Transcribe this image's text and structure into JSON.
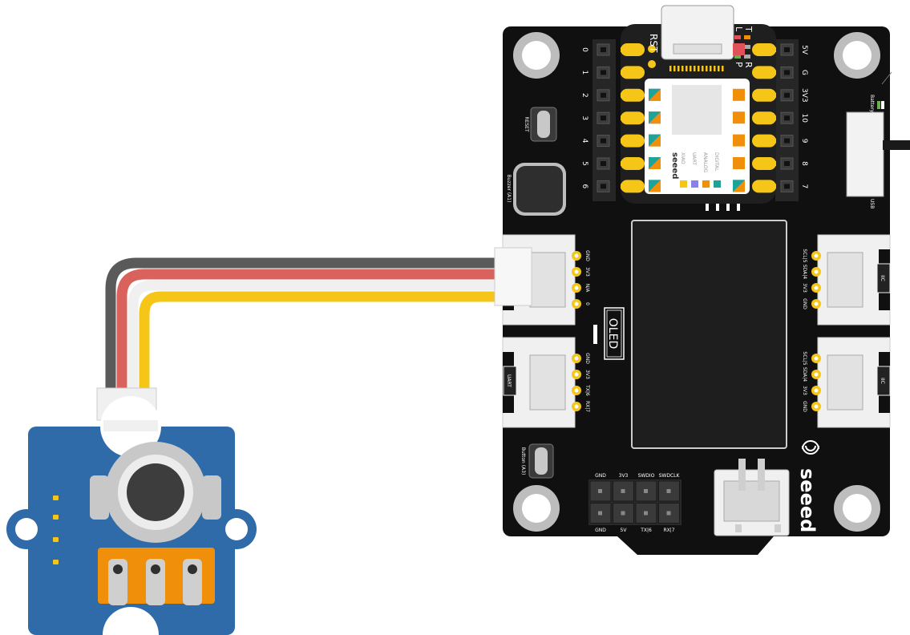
{
  "board": {
    "brand": "seeed",
    "rst": "RST",
    "reset": "RESET",
    "buzzer": "Buzzer (A1)",
    "button": "Button (A3)",
    "battery": "Battery",
    "usb": "USB",
    "oled": "OLED",
    "uart": "UART",
    "iic": "IIC",
    "led_p": "P",
    "led_l": "L",
    "led_r": "R",
    "led_t": "T",
    "left_pins": [
      "0",
      "1",
      "2",
      "3",
      "4",
      "5",
      "6"
    ],
    "right_pins": [
      "5V",
      "G",
      "3V3",
      "10",
      "9",
      "8",
      "7"
    ],
    "grove_a0": [
      "GND",
      "3V3",
      "N/A",
      "0"
    ],
    "grove_uart": [
      "GND",
      "3V3",
      "TX|6",
      "RX|7"
    ],
    "grove_iic_top": [
      "SCL|5",
      "SDA|4",
      "3V3",
      "GND"
    ],
    "grove_iic_bottom": [
      "SCL|5",
      "SDA|4",
      "3V3",
      "GND"
    ],
    "swd_top": [
      "GND",
      "3V3",
      "SWDIO",
      "SWDCLK"
    ],
    "swd_bottom": [
      "GND",
      "5V",
      "TX|6",
      "RX|7"
    ],
    "chip": {
      "brand": "seeed",
      "legend": [
        "XIAO",
        "UART",
        "ANALOG",
        "DIGITAL"
      ]
    }
  },
  "colors": {
    "board": "#101010",
    "module": "#2e6ba8",
    "header": "#f5c518",
    "wire_black": "#5a5a5a",
    "wire_red": "#d9625c",
    "wire_white": "#f0f0f0",
    "wire_yellow": "#f5c518",
    "red_sq": "#e0525a",
    "orange_sq": "#f0900a"
  }
}
